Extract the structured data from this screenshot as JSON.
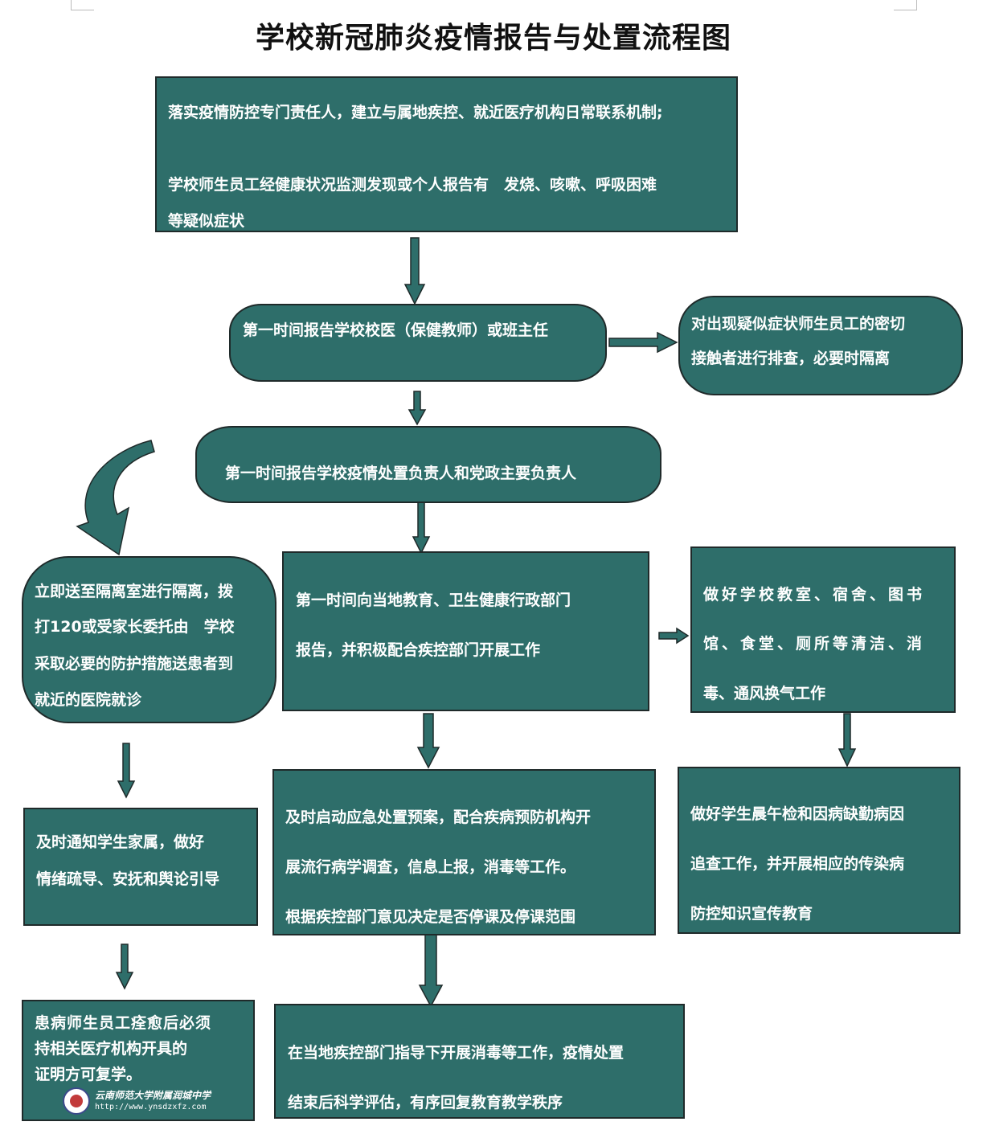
{
  "title": "学校新冠肺炎疫情报告与处置流程图",
  "colors": {
    "box_fill": "#2e6e6a",
    "box_border": "#1f2a2a",
    "text": "#ffffff"
  },
  "boxes": {
    "top": {
      "line1": "落实疫情防控专门责任人，建立与属地疾控、就近医疗机构日常联系机制;",
      "line2": "学校师生员工经健康状况监测发现或个人报告有　发烧、咳嗽、呼吸困难",
      "line3": "等疑似症状"
    },
    "report_doctor": {
      "line1": "第一时间报告学校校医（保健教师）或班主任"
    },
    "contact_trace": {
      "line1": "对出现疑似症状师生员工的密切",
      "line2": "接触者进行排查，必要时隔离"
    },
    "report_leader": {
      "line1": "第一时间报告学校疫情处置负责人和党政主要负责人"
    },
    "isolation": {
      "line1": "立即送至隔离室进行隔离，拨",
      "line2": "打120或受家长委托由　学校",
      "line3": "采取必要的防护措施送患者到",
      "line4": "就近的医院就诊"
    },
    "report_dept": {
      "line1": "第一时间向当地教育、卫生健康行政部门",
      "line2": "报告，并积极配合疾控部门开展工作"
    },
    "cleaning": {
      "line1": "做好学校教室、宿舍、图书",
      "line2": "馆、食堂、厕所等清洁、消",
      "line3": "毒、通风换气工作"
    },
    "notify_family": {
      "line1": "及时通知学生家属，做好",
      "line2": "情绪疏导、安抚和舆论引导"
    },
    "emergency_plan": {
      "line1": "及时启动应急处置预案，配合疾病预防机构开",
      "line2": "展流行病学调查，信息上报，消毒等工作。",
      "line3": "根据疾控部门意见决定是否停课及停课范围"
    },
    "morning_check": {
      "line1": "做好学生晨午检和因病缺勤病因",
      "line2": "追查工作，并开展相应的传染病",
      "line3": "防控知识宣传教育"
    },
    "recovery": {
      "line1": "患病师生员工痊愈后必须",
      "line2": "持相关医疗机构开具的",
      "line3": "证明方可复学。"
    },
    "final": {
      "line1": "在当地疾控部门指导下开展消毒等工作，疫情处置",
      "line2": "结束后科学评估，有序回复教育教学秩序"
    }
  },
  "logo": {
    "name": "云南师范大学附属润城中学",
    "url": "http://www.ynsdzxfz.com"
  }
}
